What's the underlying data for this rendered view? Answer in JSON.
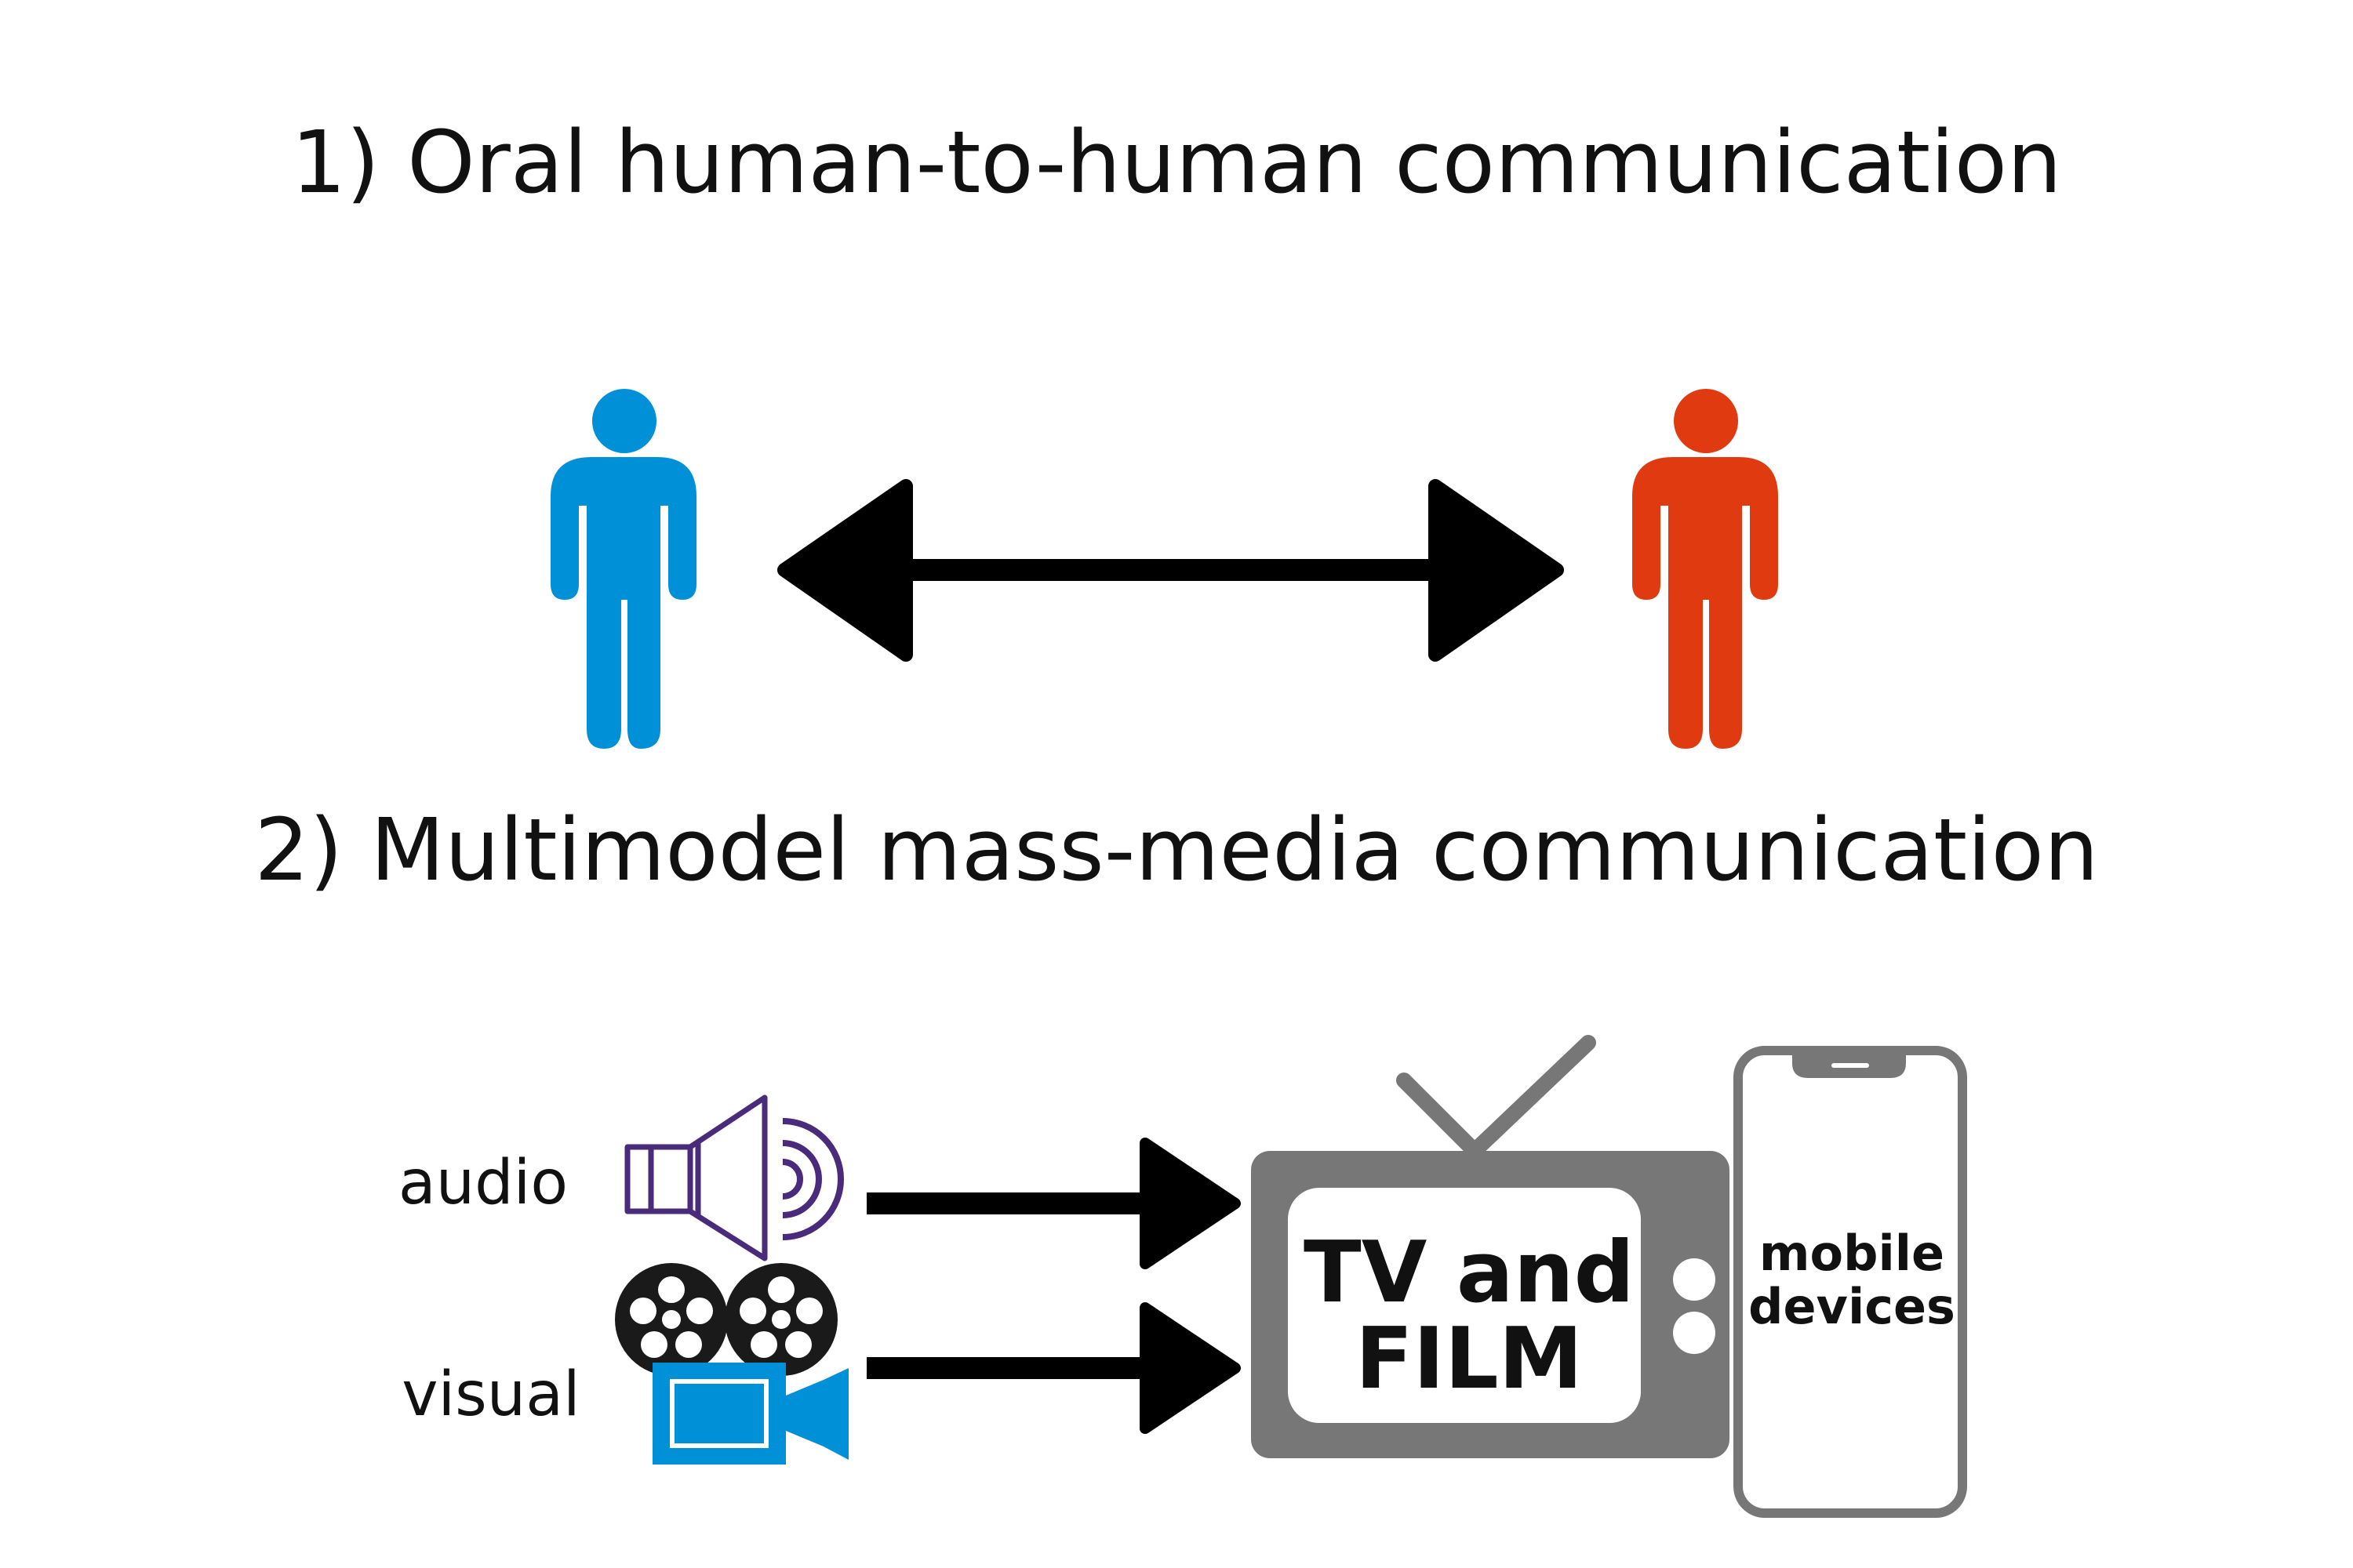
{
  "section1": {
    "title": "1) Oral human-to-human communication",
    "left_person_color": "#0090d8",
    "right_person_color": "#e03a10",
    "arrow": "bidirectional"
  },
  "section2": {
    "title": "2) Multimodel mass-media communication",
    "inputs": [
      {
        "label": "audio",
        "icon": "speaker-icon",
        "color": "#4a2a7a"
      },
      {
        "label": "visual",
        "icon": "film-camera-icon",
        "color": "#0090d8"
      }
    ],
    "tv": {
      "line1": "TV and",
      "line2": "FILM",
      "color": "#777777"
    },
    "mobile": {
      "line1": "mobile",
      "line2": "devices",
      "color": "#777777"
    }
  }
}
